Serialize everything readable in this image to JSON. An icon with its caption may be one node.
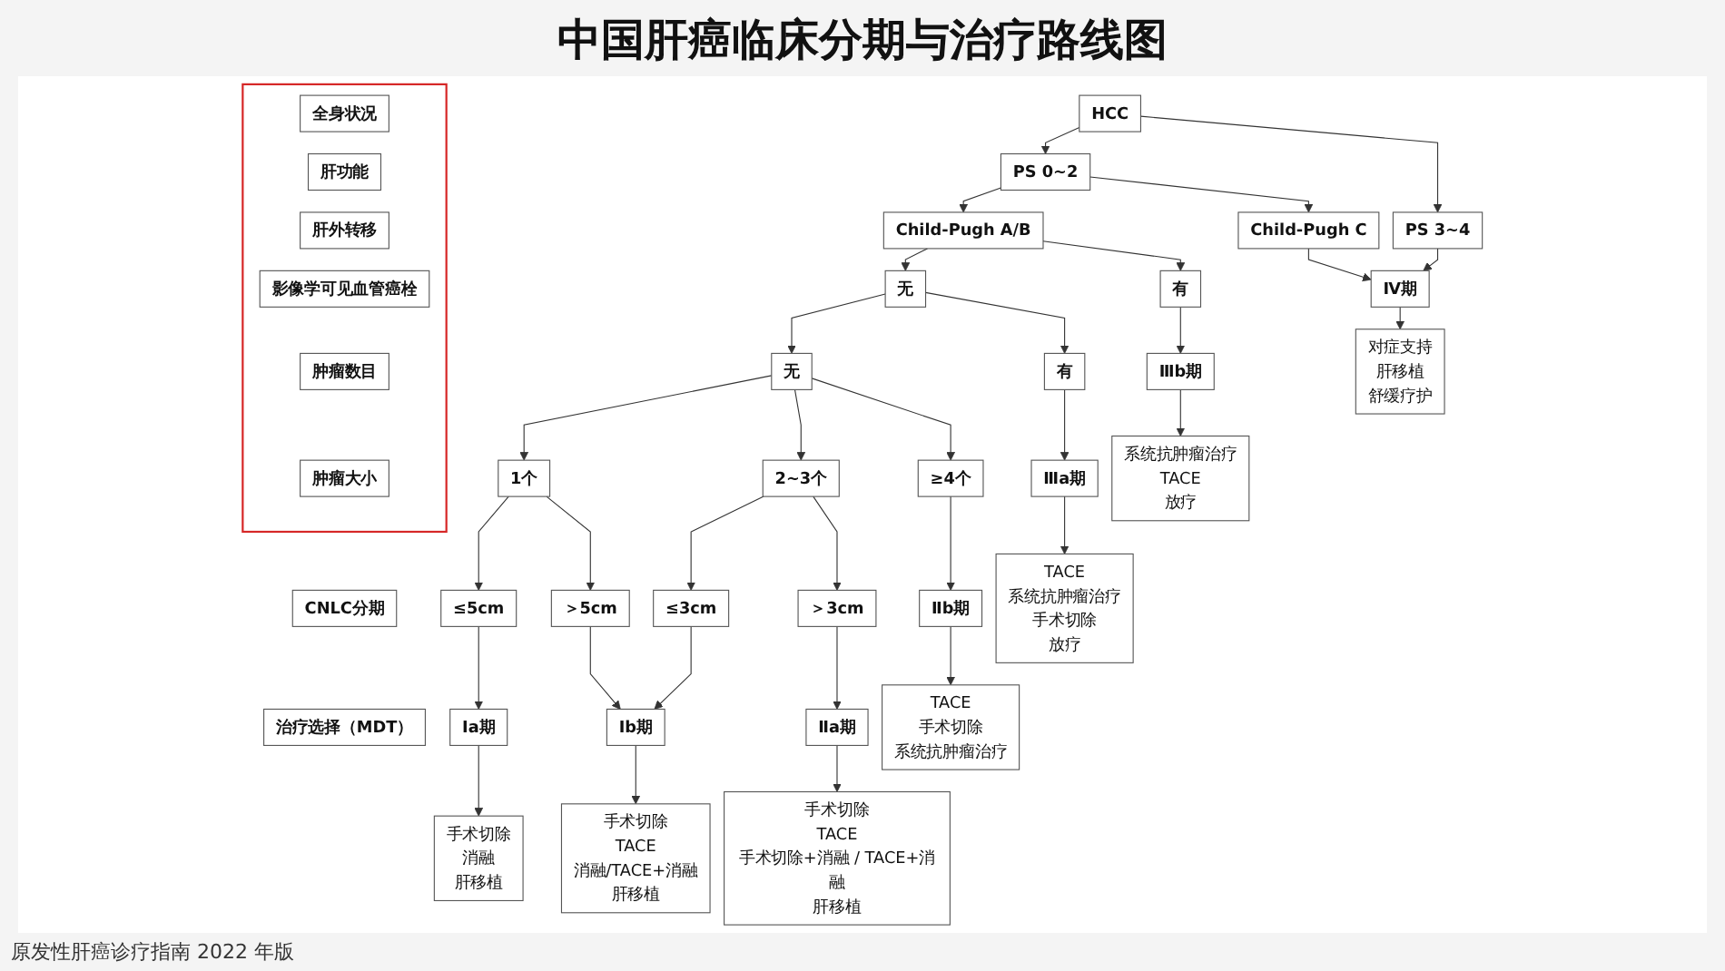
{
  "diagram": {
    "title": "中国肝癌临床分期与治疗路线图",
    "nodes": [
      {
        "text": [],
        "shape": "box"
      },
      {
        "text": [
          "全身状况"
        ],
        "in": 0
      },
      {
        "text": [
          "肝功能"
        ],
        "in": 0
      },
      {
        "text": [
          "肝外转移"
        ],
        "in": 0
      },
      {
        "text": [
          "影像学可见血管癌栓"
        ],
        "in": 0
      },
      {
        "text": [
          "肿瘤数目"
        ],
        "in": 0
      },
      {
        "text": [
          "肿瘤大小"
        ],
        "in": 0
      },
      {
        "text": [
          "CNLC分期"
        ]
      },
      {
        "text": [
          "治疗选择（MDT）"
        ]
      },
      {
        "text": [
          "HCC"
        ]
      },
      {
        "text": [
          "PS 0~2"
        ]
      },
      {
        "text": [
          "PS 3~4"
        ]
      },
      {
        "text": [
          "Child-Pugh A/B"
        ]
      },
      {
        "text": [
          "Child-Pugh C"
        ]
      },
      {
        "text": [
          "无"
        ]
      },
      {
        "text": [
          "有"
        ]
      },
      {
        "text": [
          "无"
        ]
      },
      {
        "text": [
          "有"
        ]
      },
      {
        "text": [
          "1个"
        ]
      },
      {
        "text": [
          "2~3个"
        ]
      },
      {
        "text": [
          "≥4个"
        ]
      },
      {
        "text": [
          "≤5cm"
        ]
      },
      {
        "text": [
          "＞5cm"
        ]
      },
      {
        "text": [
          "≤3cm"
        ]
      },
      {
        "text": [
          "＞3cm"
        ]
      },
      {
        "text": [
          "Ⅰa期"
        ]
      },
      {
        "text": [
          "Ⅰb期"
        ]
      },
      {
        "text": [
          "Ⅱa期"
        ]
      },
      {
        "text": [
          "Ⅱb期"
        ]
      },
      {
        "text": [
          "Ⅲa期"
        ]
      },
      {
        "text": [
          "Ⅲb期"
        ]
      },
      {
        "text": [
          "Ⅳ期"
        ]
      },
      {
        "text": [
          "手术切除",
          "消融",
          "肝移植"
        ]
      },
      {
        "text": [
          "手术切除",
          "TACE",
          "消融/TACE+消融",
          "肝移植"
        ]
      },
      {
        "text": [
          "手术切除",
          "TACE",
          "手术切除+消融 / TACE+消融",
          "肝移植"
        ]
      },
      {
        "text": [
          "TACE",
          "手术切除",
          "系统抗肿瘤治疗"
        ]
      },
      {
        "text": [
          "TACE",
          "系统抗肿瘤治疗",
          "手术切除",
          "放疗"
        ]
      },
      {
        "text": [
          "系统抗肿瘤治疗",
          "TACE",
          "放疗"
        ]
      },
      {
        "text": [
          "对症支持",
          "肝移植",
          "舒缓疗护"
        ]
      }
    ],
    "edges": [
      {
        "from": 9,
        "to": 10,
        "arrow": "to"
      },
      {
        "from": 9,
        "to": 11,
        "arrow": "to"
      },
      {
        "from": 10,
        "to": 12,
        "arrow": "to"
      },
      {
        "from": 10,
        "to": 13,
        "arrow": "to"
      },
      {
        "from": 12,
        "to": 14,
        "arrow": "to"
      },
      {
        "from": 12,
        "to": 15,
        "arrow": "to"
      },
      {
        "from": 14,
        "to": 16,
        "arrow": "to"
      },
      {
        "from": 14,
        "to": 17,
        "arrow": "to"
      },
      {
        "from": 16,
        "to": 18,
        "arrow": "to"
      },
      {
        "from": 16,
        "to": 19,
        "arrow": "to"
      },
      {
        "from": 16,
        "to": 20,
        "arrow": "to"
      },
      {
        "from": 18,
        "to": 21,
        "arrow": "to"
      },
      {
        "from": 18,
        "to": 22,
        "arrow": "to"
      },
      {
        "from": 19,
        "to": 23,
        "arrow": "to"
      },
      {
        "from": 19,
        "to": 24,
        "arrow": "to"
      },
      {
        "from": 21,
        "to": 25,
        "arrow": "to"
      },
      {
        "from": 22,
        "to": 26,
        "arrow": "to"
      },
      {
        "from": 23,
        "to": 26,
        "arrow": "to"
      },
      {
        "from": 24,
        "to": 27,
        "arrow": "to"
      },
      {
        "from": 20,
        "to": 28,
        "arrow": "to"
      },
      {
        "from": 17,
        "to": 29,
        "arrow": "to"
      },
      {
        "from": 15,
        "to": 30,
        "arrow": "to"
      },
      {
        "from": 13,
        "to": 31,
        "arrow": "to"
      },
      {
        "from": 11,
        "to": 31,
        "arrow": "to"
      },
      {
        "from": 25,
        "to": 32,
        "arrow": "to"
      },
      {
        "from": 26,
        "to": 33,
        "arrow": "to"
      },
      {
        "from": 27,
        "to": 34,
        "arrow": "to"
      },
      {
        "from": 28,
        "to": 35,
        "arrow": "to"
      },
      {
        "from": 29,
        "to": 36,
        "arrow": "to"
      },
      {
        "from": 30,
        "to": 37,
        "arrow": "to"
      },
      {
        "from": 31,
        "to": 38,
        "arrow": "to"
      }
    ],
    "labels": [
      "原发性肝癌诊疗指南 2022 年版"
    ]
  }
}
